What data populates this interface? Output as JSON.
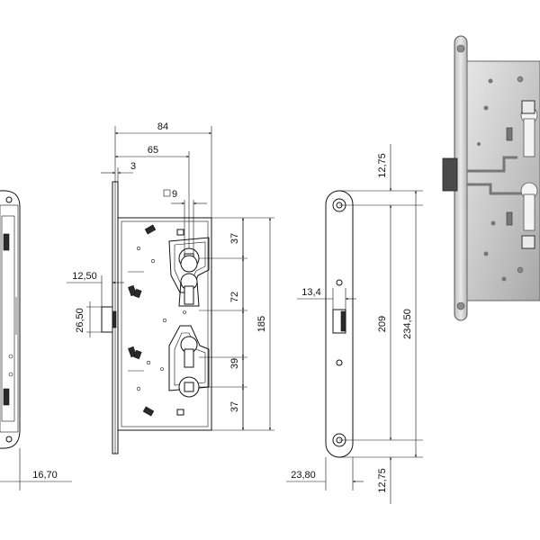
{
  "dimensions": {
    "side_width": "16,70",
    "width_84": "84",
    "width_65": "65",
    "offset_3": "3",
    "square_9": "9",
    "latch_12_50": "12,50",
    "latch_26_50": "26,50",
    "d37_top": "37",
    "d72": "72",
    "d39": "39",
    "d37_bottom": "37",
    "d185": "185",
    "d12_75_top": "12,75",
    "d13_4": "13,4",
    "d209": "209",
    "d234_50": "234,50",
    "d23_80": "23,80",
    "d12_75_bottom": "12,75"
  },
  "colors": {
    "line": "#111111",
    "paper": "#ffffff",
    "metal_light": "#d9d9d9",
    "metal_mid": "#bdbdbd",
    "metal_dark": "#8c8c8c"
  }
}
